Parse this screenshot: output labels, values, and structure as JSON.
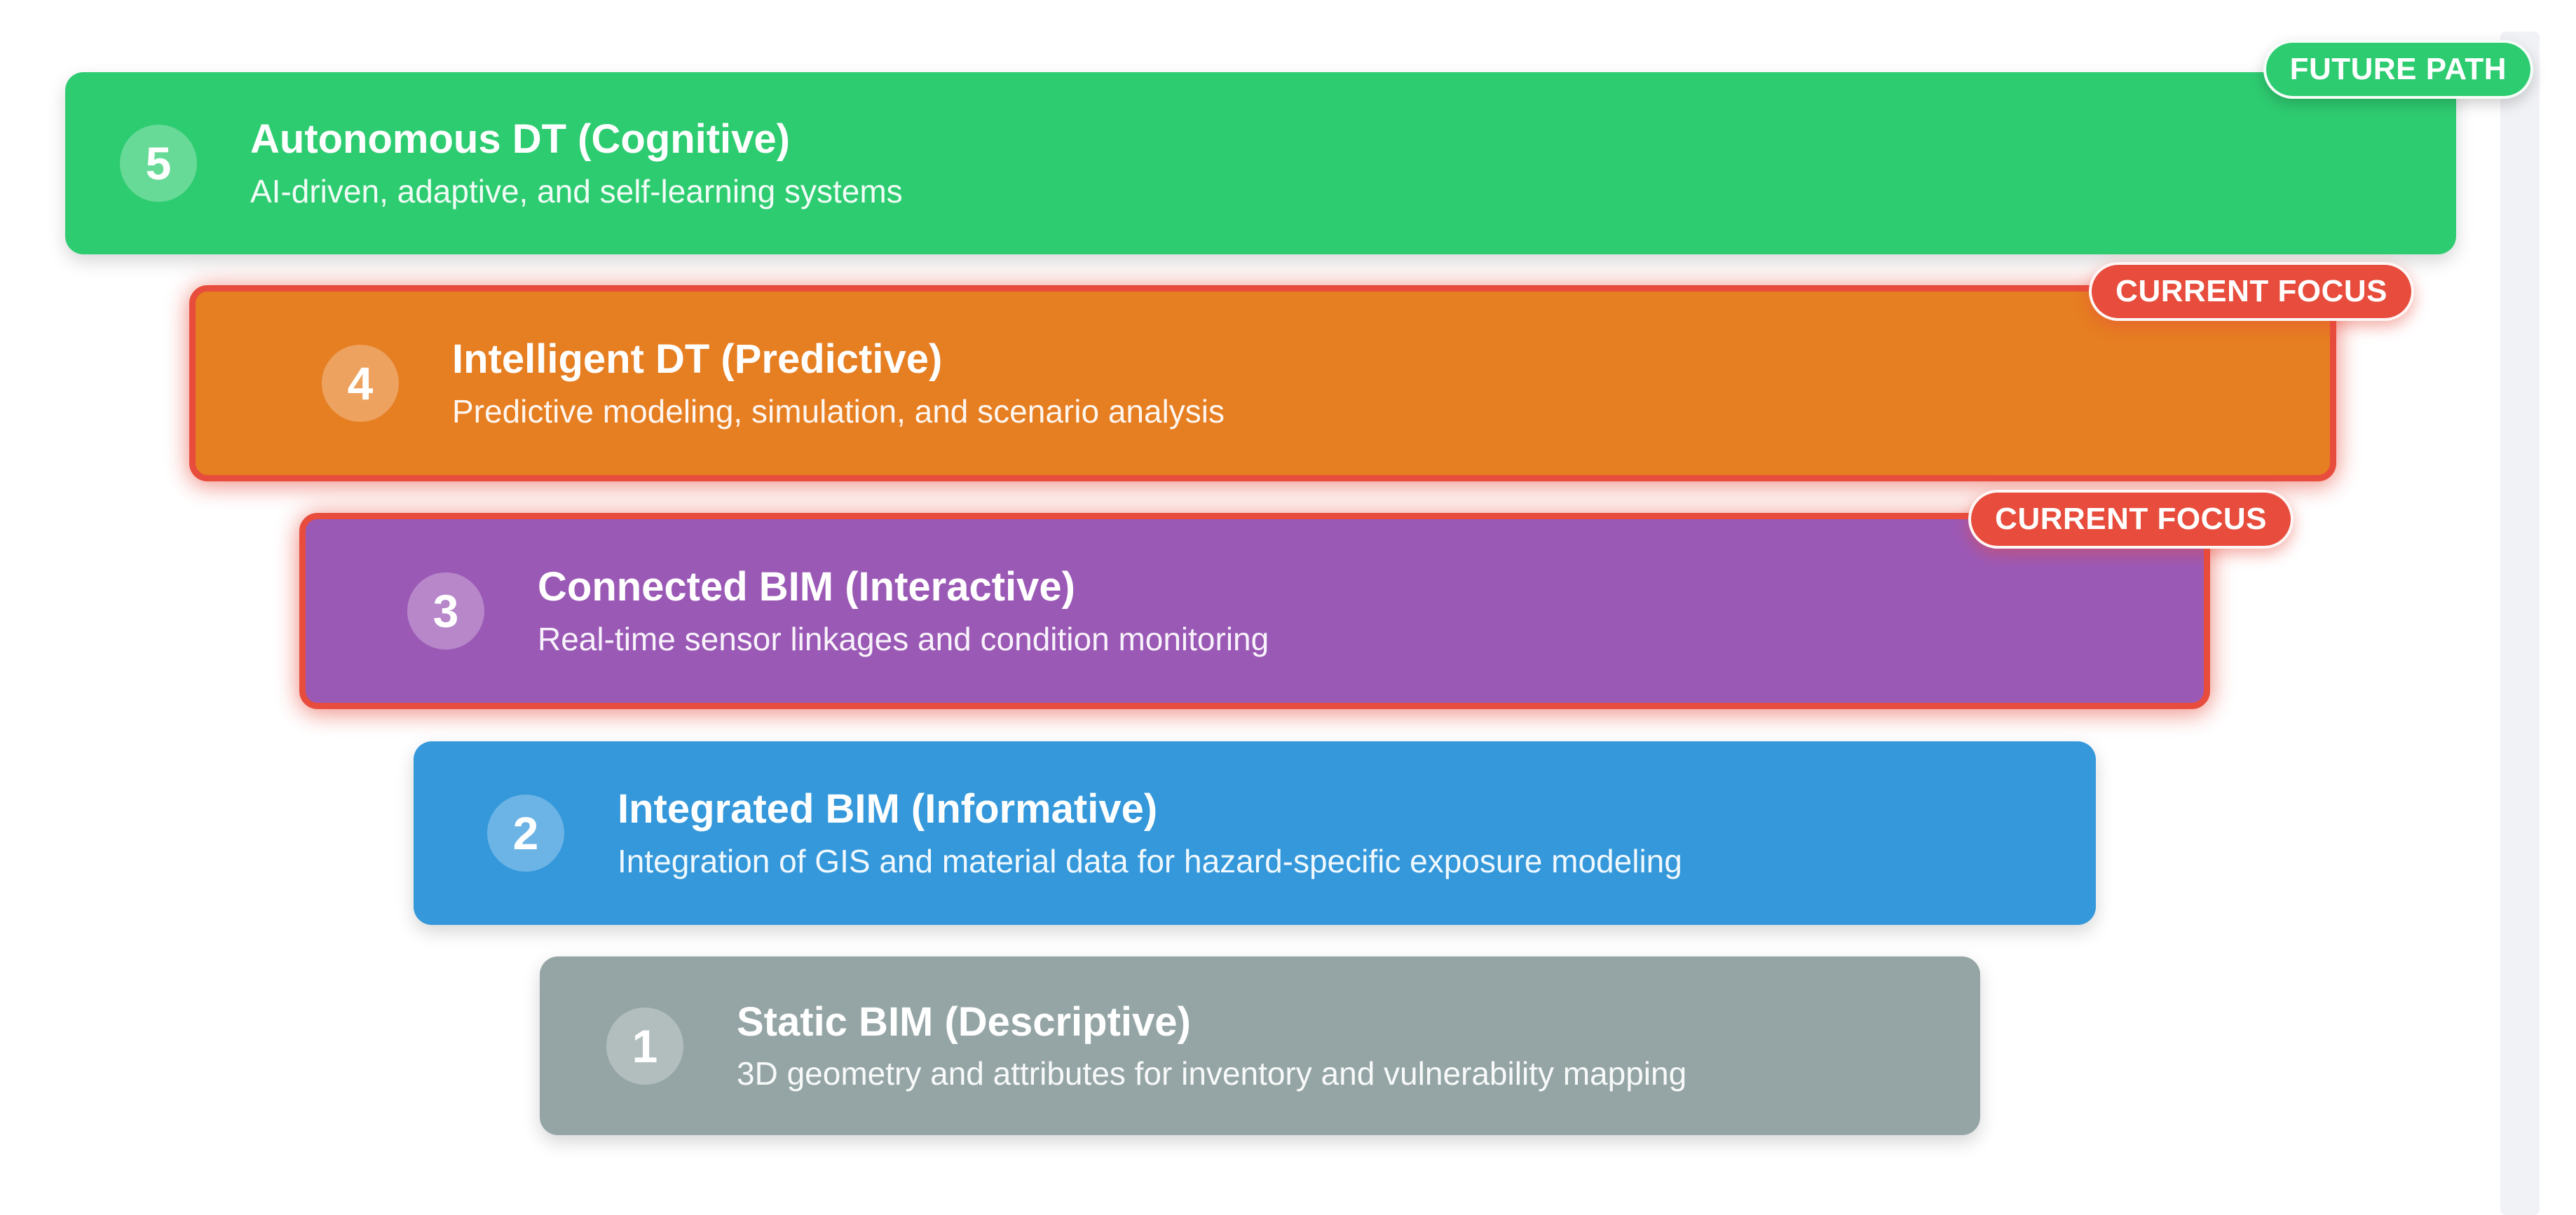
{
  "page": {
    "background_color": "#ffffff",
    "scrollbar_color": "#f1f2f5"
  },
  "levels": [
    {
      "number": "5",
      "title": "Autonomous DT (Cognitive)",
      "subtitle": "AI-driven, adaptive, and self-learning systems",
      "color": "#2ecc71",
      "badge": {
        "label": "FUTURE PATH",
        "color": "#2ecc71"
      }
    },
    {
      "number": "4",
      "title": "Intelligent DT (Predictive)",
      "subtitle": "Predictive modeling, simulation, and scenario analysis",
      "color": "#e67e22",
      "border_color": "#e74c3c",
      "badge": {
        "label": "CURRENT FOCUS",
        "color": "#e74c3c"
      }
    },
    {
      "number": "3",
      "title": "Connected BIM (Interactive)",
      "subtitle": "Real-time sensor linkages and condition monitoring",
      "color": "#9b59b6",
      "border_color": "#e74c3c",
      "badge": {
        "label": "CURRENT FOCUS",
        "color": "#e74c3c"
      }
    },
    {
      "number": "2",
      "title": "Integrated BIM (Informative)",
      "subtitle": "Integration of GIS and material data for hazard-specific exposure modeling",
      "color": "#3498db"
    },
    {
      "number": "1",
      "title": "Static BIM (Descriptive)",
      "subtitle": "3D geometry and attributes for inventory and vulnerability mapping",
      "color": "#95a5a6"
    }
  ]
}
